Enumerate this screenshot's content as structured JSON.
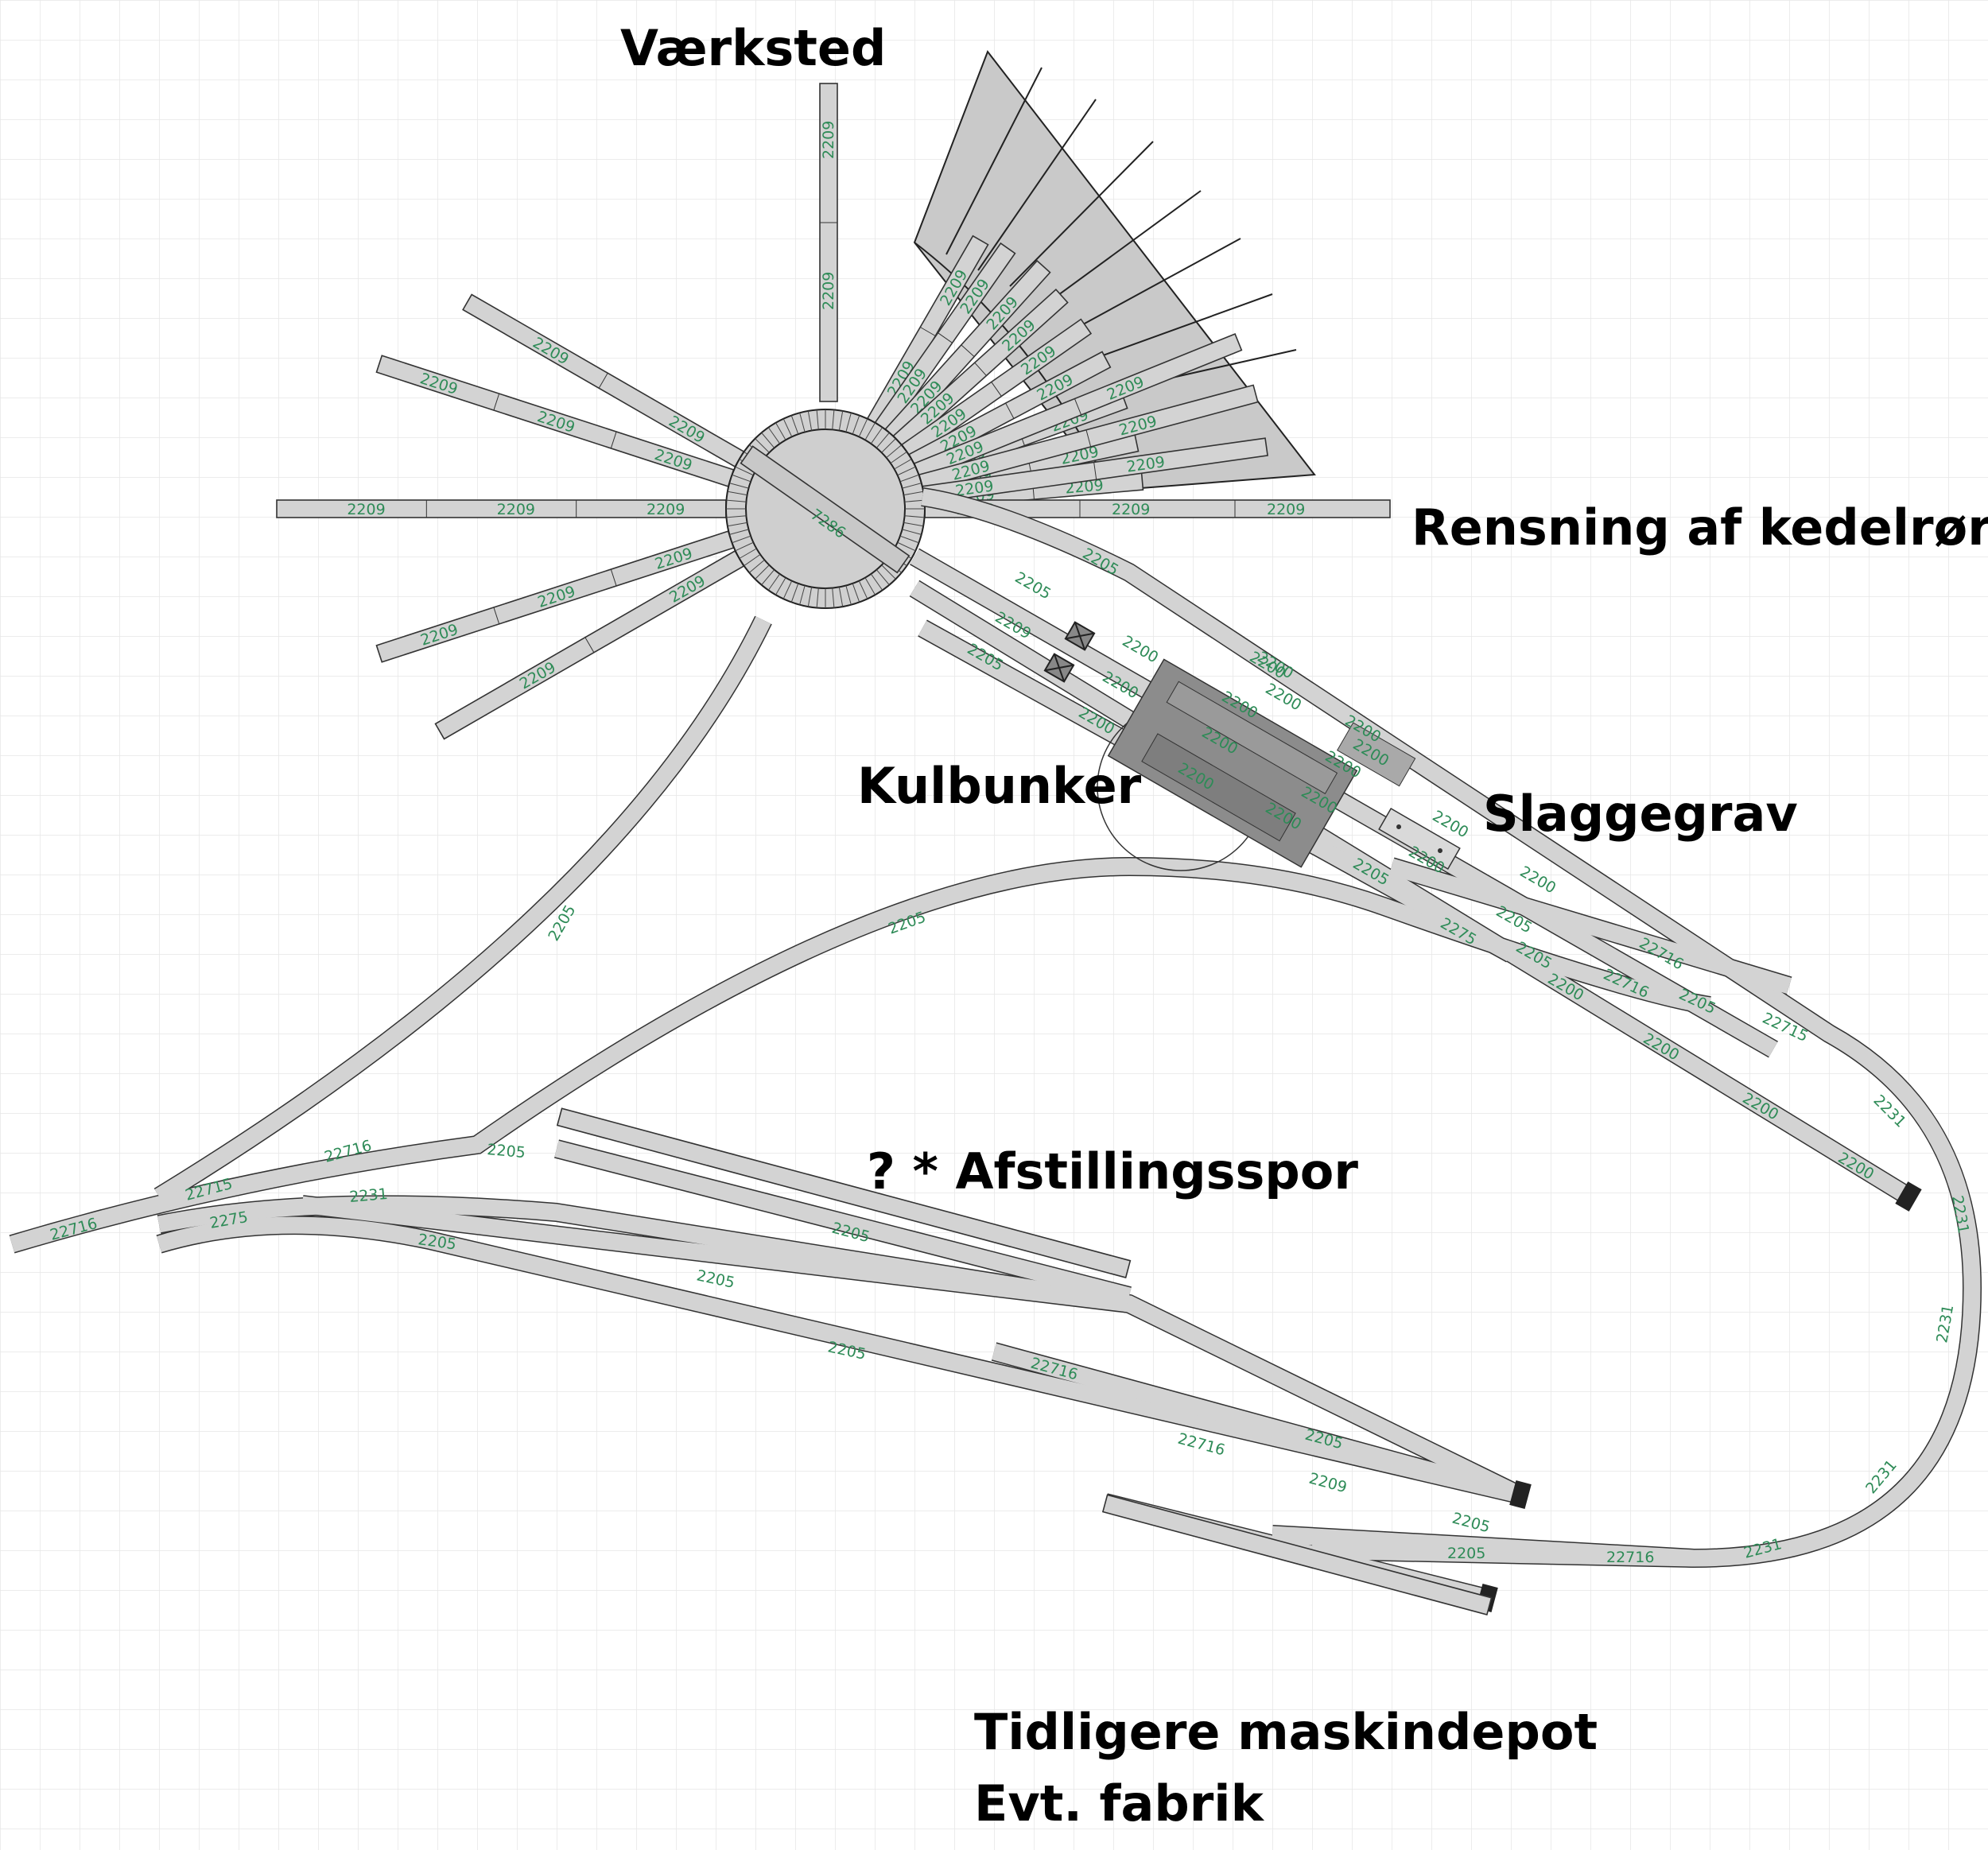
{
  "labels": {
    "workshop": "Værksted",
    "boiler": "Rensning af kedelrør",
    "coal": "Kulbunker",
    "slag": "Slaggegrav",
    "storage": "? * Afstillingsspor",
    "old_depot_line1": "Tidligere maskindepot",
    "old_depot_line2": "Evt. fabrik"
  },
  "parts": {
    "turntable": "7286",
    "stall_track": "2209",
    "straight": "2200",
    "long_straight": "2205",
    "turnout_a": "22716",
    "turnout_b": "22715",
    "crossing": "2275",
    "curve": "2231"
  },
  "colors": {
    "grid": "#e6e6e6",
    "track_fill": "#d3d3d3",
    "track_outline": "#333333",
    "part_number": "#2e8b57",
    "building": "#8c8c8c"
  },
  "icons": {
    "buffer": "buffer-stop-icon",
    "signal": "signal-icon"
  }
}
